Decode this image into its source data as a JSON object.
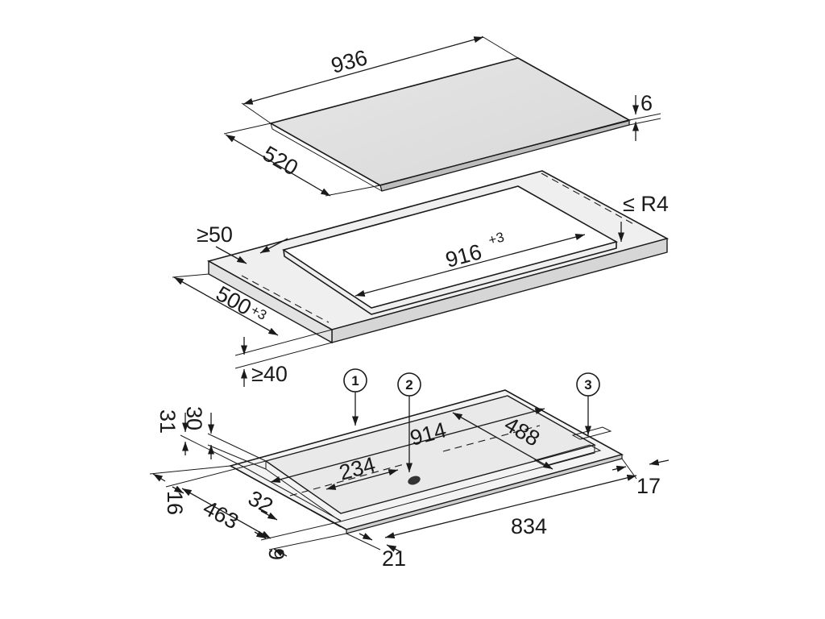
{
  "top_view": {
    "width": "936",
    "depth": "520",
    "thickness": "6"
  },
  "cutout": {
    "front_margin": "≥50",
    "width": "916",
    "width_tol": "+3",
    "depth": "500",
    "depth_tol": "+3",
    "worktop_thickness": "≥40",
    "corner_radius": "≤ R4"
  },
  "bottom_view": {
    "callouts": [
      "1",
      "2",
      "3"
    ],
    "dims": {
      "d30": "30",
      "d31": "31",
      "d914": "914",
      "d488": "488",
      "d234": "234",
      "d16": "16",
      "d32": "32",
      "d463": "463",
      "d834": "834",
      "d17": "17",
      "d9": "9",
      "d21": "21"
    }
  }
}
